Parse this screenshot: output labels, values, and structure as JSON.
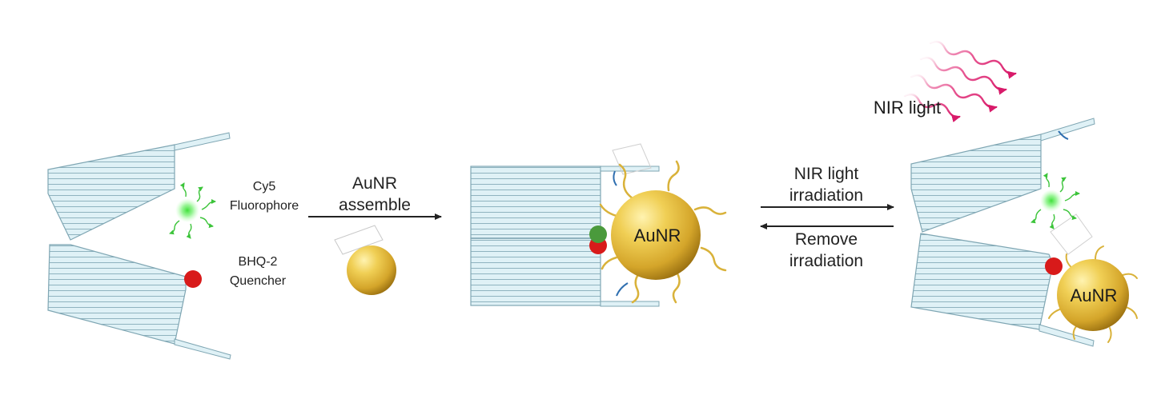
{
  "labels": {
    "fluorophore_line1": "Cy5",
    "fluorophore_line2": "Fluorophore",
    "quencher_line1": "BHQ-2",
    "quencher_line2": "Quencher",
    "assemble_line1": "AuNR",
    "assemble_line2": "assemble",
    "particle_center": "AuNR",
    "irradiation_line1": "NIR light",
    "irradiation_line2": "irradiation",
    "remove_line1": "Remove",
    "remove_line2": "irradiation",
    "nir_light": "NIR light",
    "particle_right": "AuNR"
  },
  "colors": {
    "origami_fill": "#dff1f6",
    "origami_stroke": "#7fa6b3",
    "fluorophore": "#3fe03a",
    "quencher": "#d81a1a",
    "gold": "#e3b93a",
    "gold_ligand": "#d9b23a",
    "nir_wave": "#e2307a",
    "arrow": "#222222",
    "green_bead": "#4a9a3c",
    "blue_strand": "#2f6fb0"
  }
}
